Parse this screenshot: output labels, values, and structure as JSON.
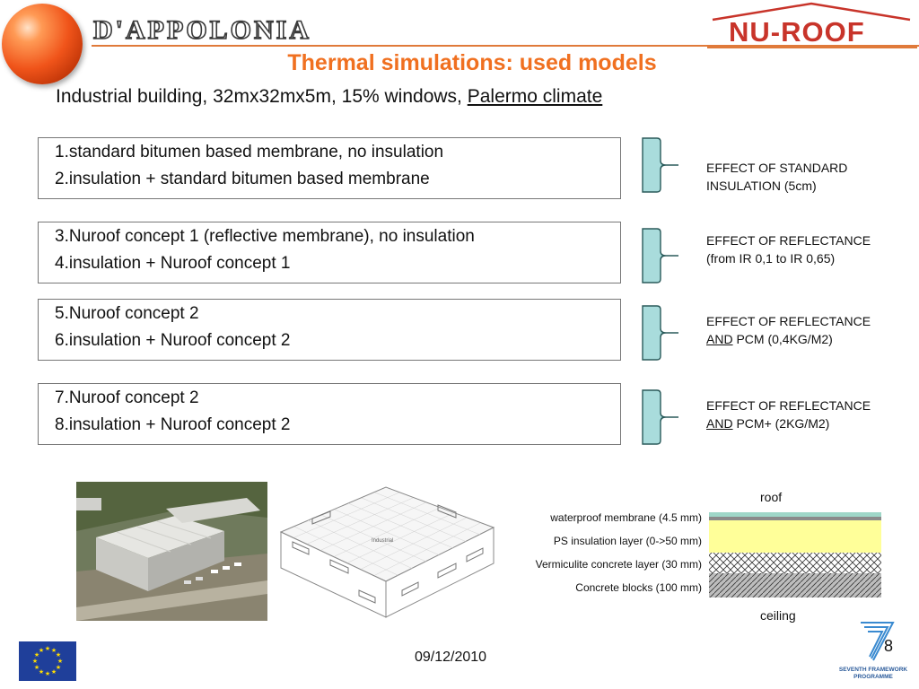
{
  "header": {
    "brand_left": "D'APPOLONIA",
    "brand_right": "NU-ROOF",
    "title": "Thermal simulations: used models",
    "subtitle_prefix": "Industrial building, 32mx32mx5m, 15% windows, ",
    "subtitle_link": "Palermo climate",
    "accent_color": "#f07020"
  },
  "groups": [
    {
      "line1": "1.standard bitumen based membrane, no insulation",
      "line2": "2.insulation + standard bitumen based membrane",
      "effect_line1": "EFFECT OF STANDARD",
      "effect_line2_underlined": "",
      "effect_line2_rest": "INSULATION (5cm)"
    },
    {
      "line1": "3.Nuroof concept 1 (reflective membrane), no insulation",
      "line2": "4.insulation + Nuroof concept 1",
      "effect_line1": "EFFECT OF REFLECTANCE",
      "effect_line2_underlined": "",
      "effect_line2_rest": "(from IR 0,1 to IR 0,65)"
    },
    {
      "line1": "5.Nuroof concept 2",
      "line2": "6.insulation + Nuroof concept 2",
      "effect_line1": "EFFECT OF REFLECTANCE",
      "effect_line2_underlined": "AND",
      "effect_line2_rest": " PCM  (0,4KG/M2)"
    },
    {
      "line1": "7.Nuroof concept 2",
      "line2": "8.insulation + Nuroof concept 2",
      "effect_line1": "EFFECT OF REFLECTANCE",
      "effect_line2_underlined": "AND",
      "effect_line2_rest": " PCM+ (2KG/M2)"
    }
  ],
  "model_label": "Industrial",
  "layers": {
    "top_label": "roof",
    "bottom_label": "ceiling",
    "items": [
      "waterproof membrane (4.5 mm)",
      "PS insulation layer (0->50 mm)",
      "Vermiculite concrete layer (30 mm)",
      "Concrete blocks (100 mm)"
    ]
  },
  "footer": {
    "date": "09/12/2010",
    "page": "8",
    "fp7_line1": "SEVENTH FRAMEWORK",
    "fp7_line2": "PROGRAMME"
  }
}
